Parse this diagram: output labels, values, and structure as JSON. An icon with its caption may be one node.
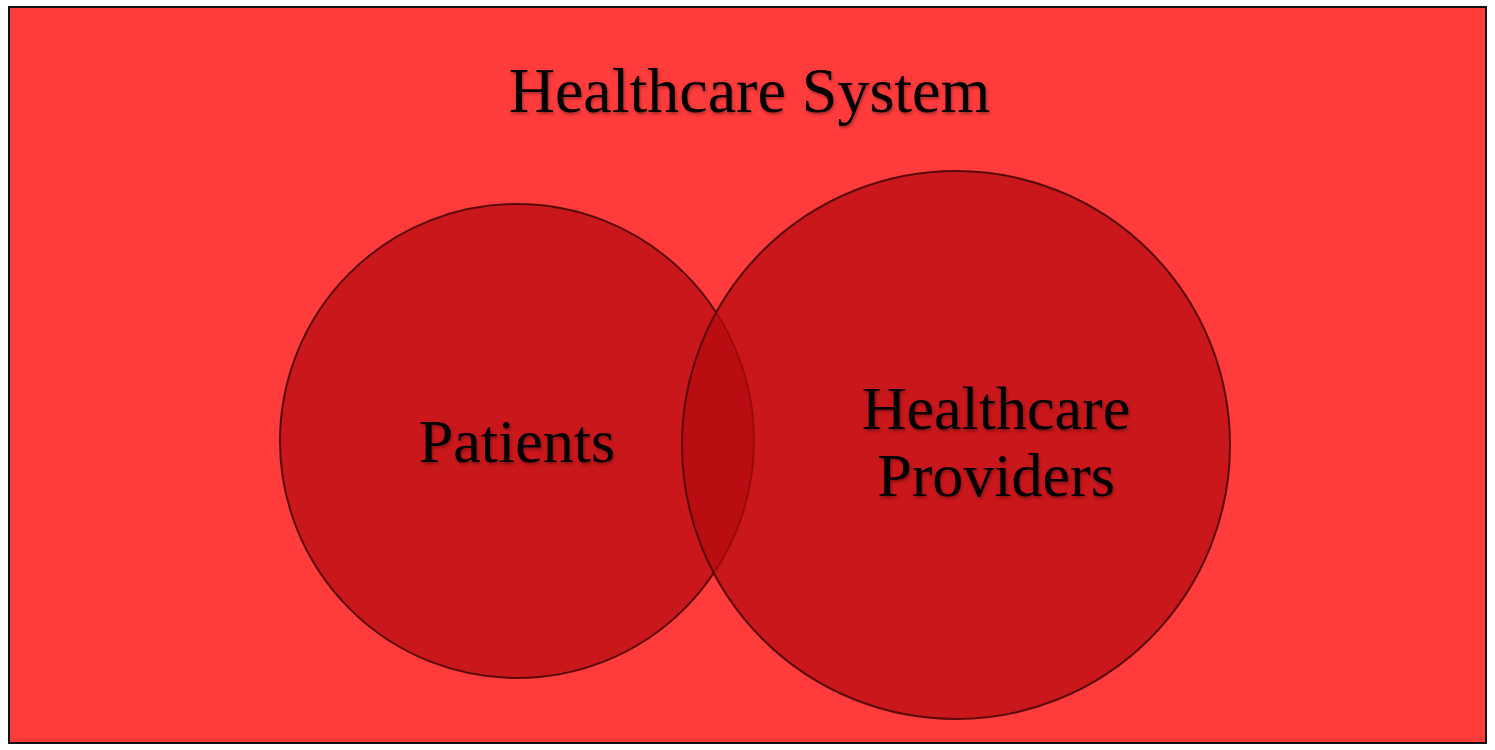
{
  "diagram": {
    "nodes": [
      {
        "text": [
          "Healthcare System"
        ]
      },
      {
        "text": [
          "Patients"
        ],
        "in": 0
      },
      {
        "text": [
          "Healthcare Providers"
        ],
        "in": 0
      }
    ]
  }
}
